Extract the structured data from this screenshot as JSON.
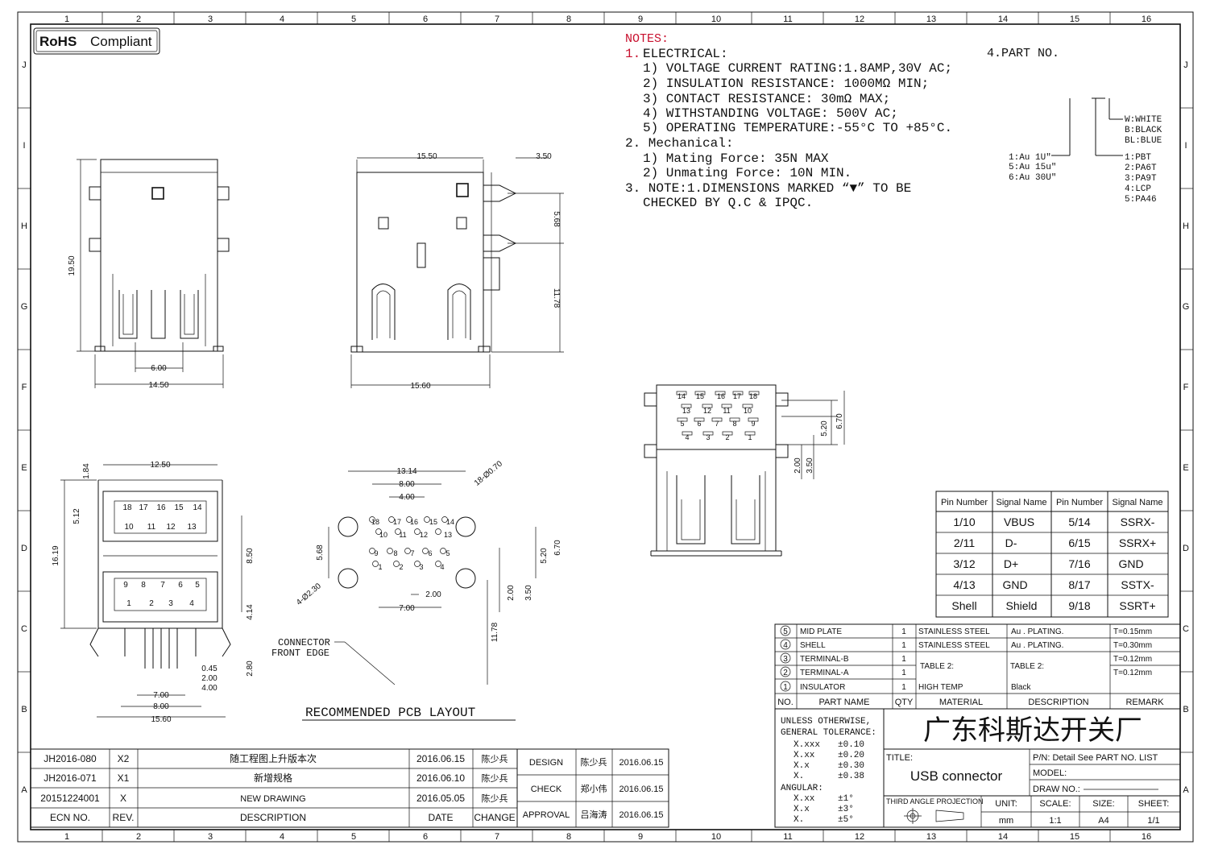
{
  "border": {
    "columns": [
      "1",
      "2",
      "3",
      "4",
      "5",
      "6",
      "7",
      "8",
      "9",
      "10",
      "11",
      "12",
      "13",
      "14",
      "15",
      "16"
    ],
    "rows": [
      "J",
      "I",
      "H",
      "G",
      "F",
      "E",
      "D",
      "C",
      "B",
      "A"
    ]
  },
  "rohs": {
    "bold": "RoHS",
    "text": "Compliant"
  },
  "notes": {
    "title": "NOTES:",
    "electrical_prefix": "1.",
    "electrical_label": "ELECTRICAL:",
    "electrical": [
      "1) VOLTAGE CURRENT RATING:1.8AMP,30V AC;",
      "2) INSULATION RESISTANCE: 1000MΩ MIN;",
      "3) CONTACT RESISTANCE: 30mΩ MAX;",
      "4) WITHSTANDING VOLTAGE: 500V AC;",
      "5) OPERATING TEMPERATURE:-55°C TO +85°C."
    ],
    "mechanical_label": "2. Mechanical:",
    "mechanical": [
      "1) Mating Force:  35N MAX",
      "2) Unmating Force:  10N MIN."
    ],
    "note3_line1": "3. NOTE:1.DIMENSIONS MARKED “▼” TO BE",
    "note3_line2": "CHECKED BY Q.C & IPQC."
  },
  "part_no": {
    "title": "4.PART NO.",
    "plating": [
      "1:Au 1U\"",
      "5:Au 15u\"",
      "6:Au 30U\""
    ],
    "colors": [
      "W:WHITE",
      "B:BLACK",
      "BL:BLUE"
    ],
    "materials": [
      "1:PBT",
      "2:PA6T",
      "3:PA9T",
      "4:LCP",
      "5:PA46"
    ]
  },
  "dims": {
    "front_top": [
      "19.50",
      "6.00",
      "14.50"
    ],
    "side": [
      "15.50",
      "3.50",
      "5.68",
      "11.78",
      "15.60"
    ],
    "front_bottom": [
      "12.50",
      "1.84",
      "5.12",
      "16.19",
      "8.50",
      "4.14",
      "2.80",
      "0.45",
      "2.00",
      "4.00",
      "7.00",
      "8.00",
      "15.60"
    ],
    "pcb": [
      "13.14",
      "8.00",
      "4.00",
      "18-Ø0.70",
      "5.68",
      "5.20",
      "6.70",
      "4-Ø2.30",
      "2.00",
      "7.00",
      "2.00",
      "3.50",
      "11.78"
    ],
    "rear": [
      "5.20",
      "6.70",
      "2.00",
      "3.50"
    ]
  },
  "pin_numbers": {
    "front_upper": [
      "18",
      "17",
      "16",
      "15",
      "14"
    ],
    "front_upper_bottom": [
      "10",
      "11",
      "12",
      "13"
    ],
    "front_lower": [
      "9",
      "8",
      "7",
      "6",
      "5"
    ],
    "front_lower_bottom": [
      "1",
      "2",
      "3",
      "4"
    ],
    "pcb": [
      "18",
      "17",
      "16",
      "15",
      "14",
      "10",
      "11",
      "12",
      "13",
      "9",
      "8",
      "7",
      "6",
      "5",
      "1",
      "2",
      "3",
      "4"
    ],
    "rear_row1": [
      "14",
      "15",
      "16",
      "17",
      "18"
    ],
    "rear_row2": [
      "13",
      "12",
      "11",
      "10"
    ],
    "rear_row3": [
      "5",
      "6",
      "7",
      "8",
      "9"
    ],
    "rear_row4": [
      "4",
      "3",
      "2",
      "1"
    ]
  },
  "labels": {
    "connector_front_edge_1": "CONNECTOR",
    "connector_front_edge_2": "FRONT EDGE",
    "pcb_layout": "RECOMMENDED PCB LAYOUT"
  },
  "pin_table": {
    "headers": [
      "Pin Number",
      "Signal Name",
      "Pin Number",
      "Signal Name"
    ],
    "rows": [
      [
        "1/10",
        "VBUS",
        "5/14",
        "SSRX-"
      ],
      [
        "2/11",
        "D-",
        "6/15",
        "SSRX+"
      ],
      [
        "3/12",
        "D+",
        "7/16",
        "GND"
      ],
      [
        "4/13",
        "GND",
        "8/17",
        "SSTX-"
      ],
      [
        "Shell",
        "Shield",
        "9/18",
        "SSRT+"
      ]
    ]
  },
  "bom": {
    "rows": [
      {
        "no": "5",
        "part": "MID PLATE",
        "qty": "1",
        "material": "STAINLESS STEEL",
        "desc": "Au . PLATING.",
        "remark": "T=0.15mm"
      },
      {
        "no": "4",
        "part": "SHELL",
        "qty": "1",
        "material": "STAINLESS STEEL",
        "desc": "Au . PLATING.",
        "remark": "T=0.30mm"
      },
      {
        "no": "3",
        "part": "TERMINAL-B",
        "qty": "1",
        "material": "TABLE 2:",
        "desc": "TABLE 2:",
        "remark": "T=0.12mm"
      },
      {
        "no": "2",
        "part": "TERMINAL-A",
        "qty": "1",
        "material": "",
        "desc": "",
        "remark": "T=0.12mm"
      },
      {
        "no": "1",
        "part": "INSULATOR",
        "qty": "1",
        "material": "HIGH TEMP",
        "desc": "Black",
        "remark": ""
      }
    ],
    "headers": [
      "NO.",
      "PART NAME",
      "QTY",
      "MATERIAL",
      "DESCRIPTION",
      "REMARK"
    ]
  },
  "tolerance": {
    "line1": "UNLESS OTHERWISE,",
    "line2": "GENERAL TOLERANCE:",
    "linear": [
      [
        "X.xxx",
        "±0.10"
      ],
      [
        "X.xx",
        "±0.20"
      ],
      [
        "X.x",
        "±0.30"
      ],
      [
        "X.",
        "±0.38"
      ]
    ],
    "angular_label": "ANGULAR:",
    "angular": [
      [
        "X.xx",
        "±1°"
      ],
      [
        "X.x",
        "±3°"
      ],
      [
        "X.",
        "±5°"
      ]
    ]
  },
  "title_block": {
    "company": "广东科斯达开关厂",
    "title_label": "TITLE:",
    "title": "USB connector",
    "pn": "P/N: Detail  See  PART  NO.  LIST",
    "model": "MODEL:",
    "draw_no": "DRAW  NO.:",
    "projection": "THIRD  ANGLE  PROJECTION",
    "unit_label": "UNIT:",
    "unit": "mm",
    "scale_label": "SCALE:",
    "scale": "1:1",
    "size_label": "SIZE:",
    "size": "A4",
    "sheet_label": "SHEET:",
    "sheet": "1/1"
  },
  "revisions": {
    "rows": [
      {
        "ecn": "JH2016-080",
        "rev": "X2",
        "desc": "随工程图上升版本次",
        "date": "2016.06.15",
        "change": "陈少兵"
      },
      {
        "ecn": "JH2016-071",
        "rev": "X1",
        "desc": "新增规格",
        "date": "2016.06.10",
        "change": "陈少兵"
      },
      {
        "ecn": "20151224001",
        "rev": "X",
        "desc": "NEW DRAWING",
        "date": "2016.05.05",
        "change": "陈少兵"
      }
    ],
    "headers": [
      "ECN  NO.",
      "REV.",
      "DESCRIPTION",
      "DATE",
      "CHANGE"
    ]
  },
  "approvals": [
    {
      "role": "DESIGN",
      "name": "陈少兵",
      "date": "2016.06.15"
    },
    {
      "role": "CHECK",
      "name": "郑小伟",
      "date": "2016.06.15"
    },
    {
      "role": "APPROVAL",
      "name": "吕海涛",
      "date": "2016.06.15"
    }
  ]
}
